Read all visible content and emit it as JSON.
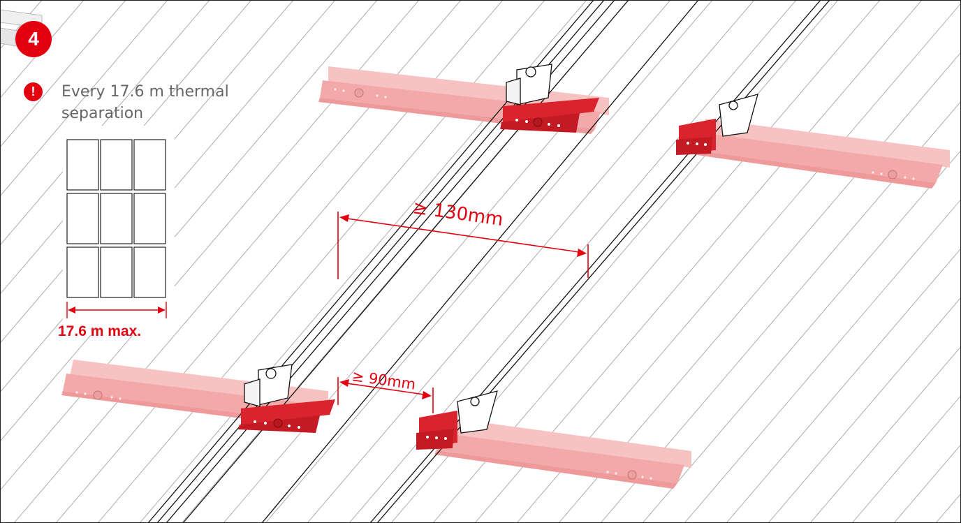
{
  "step": {
    "number": "4"
  },
  "warning": {
    "icon": "exclamation-icon",
    "text": "Every 17.6 m thermal separation"
  },
  "module_grid": {
    "rows": 3,
    "columns": 3,
    "max_length_label": "17.6 m max."
  },
  "dimensions": {
    "upper_gap_label": "≥ 130mm",
    "lower_gap_label": "≥ 90mm"
  },
  "colors": {
    "accent": "#e3000f",
    "rail": "#f5b3b3",
    "clamp_red": "#d9232d",
    "text_gray": "#666666"
  }
}
